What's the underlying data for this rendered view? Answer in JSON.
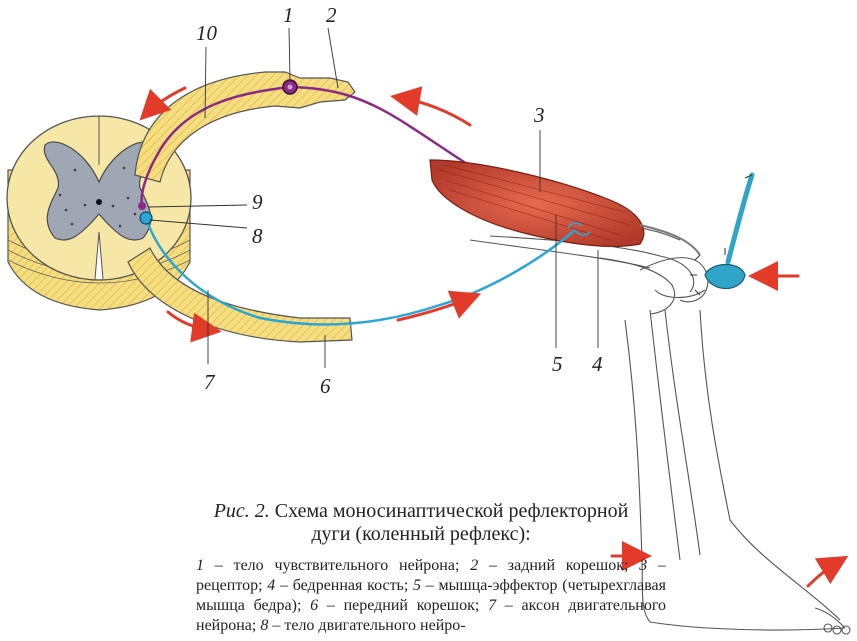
{
  "labels": {
    "l1": "1",
    "l2": "2",
    "l3": "3",
    "l4": "4",
    "l5": "5",
    "l6": "6",
    "l7": "7",
    "l8": "8",
    "l9": "9",
    "l10": "10"
  },
  "caption": {
    "lead": "Рис. 2.",
    "line1": "Схема моносинаптической рефлекторной",
    "line2": "дуги (коленный рефлекс):"
  },
  "legend": [
    {
      "num": "1",
      "text": " – тело чувствительного нейрона; "
    },
    {
      "num": "2",
      "text": " – задний корешок; "
    },
    {
      "num": "3",
      "text": " – рецептор; "
    },
    {
      "num": "4",
      "text": " – бедренная кость; "
    },
    {
      "num": "5",
      "text": " – мышца-эффектор (четырехглавая мышца бедра); "
    },
    {
      "num": "6",
      "text": " – передний корешок; "
    },
    {
      "num": "7",
      "text": " – аксон двигательного нейрона; "
    },
    {
      "num": "8",
      "text": " – тело двигательного нейро-"
    }
  ],
  "colors": {
    "root_yellow": "#f3dc79",
    "sensory_neuron": "#8b2a86",
    "motor_neuron": "#2aa6d6",
    "muscle": "#d9553f",
    "arrow": "#e23b2a",
    "hammer": "#2fa6c8"
  }
}
